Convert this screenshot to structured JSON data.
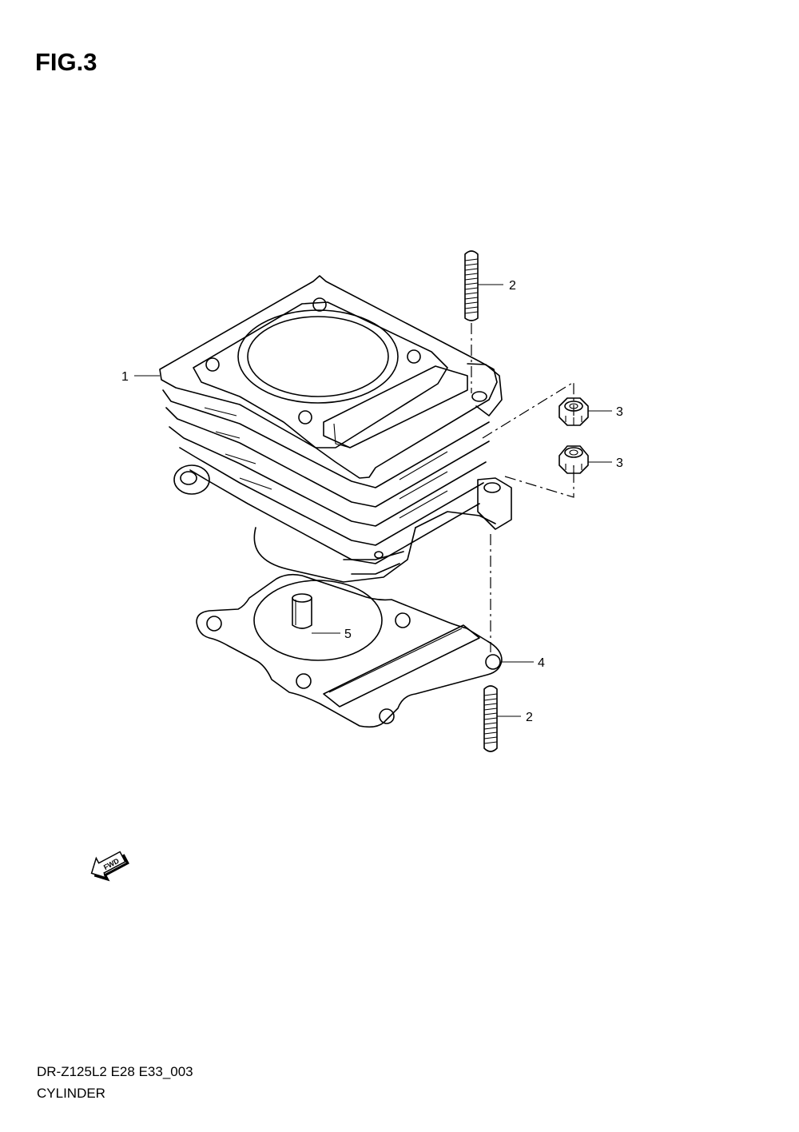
{
  "figure_title": "FIG.3",
  "footer": {
    "model_code": "DR-Z125L2 E28 E33_003",
    "group_name": "CYLINDER"
  },
  "callouts": [
    {
      "id": "cylinder",
      "number": "1"
    },
    {
      "id": "stud-upper",
      "number": "2"
    },
    {
      "id": "nut-upper",
      "number": "3"
    },
    {
      "id": "nut-lower",
      "number": "3"
    },
    {
      "id": "gasket",
      "number": "4"
    },
    {
      "id": "dowel-pin",
      "number": "5"
    },
    {
      "id": "stud-lower",
      "number": "2"
    }
  ],
  "fwd_arrow_text": "FWD"
}
